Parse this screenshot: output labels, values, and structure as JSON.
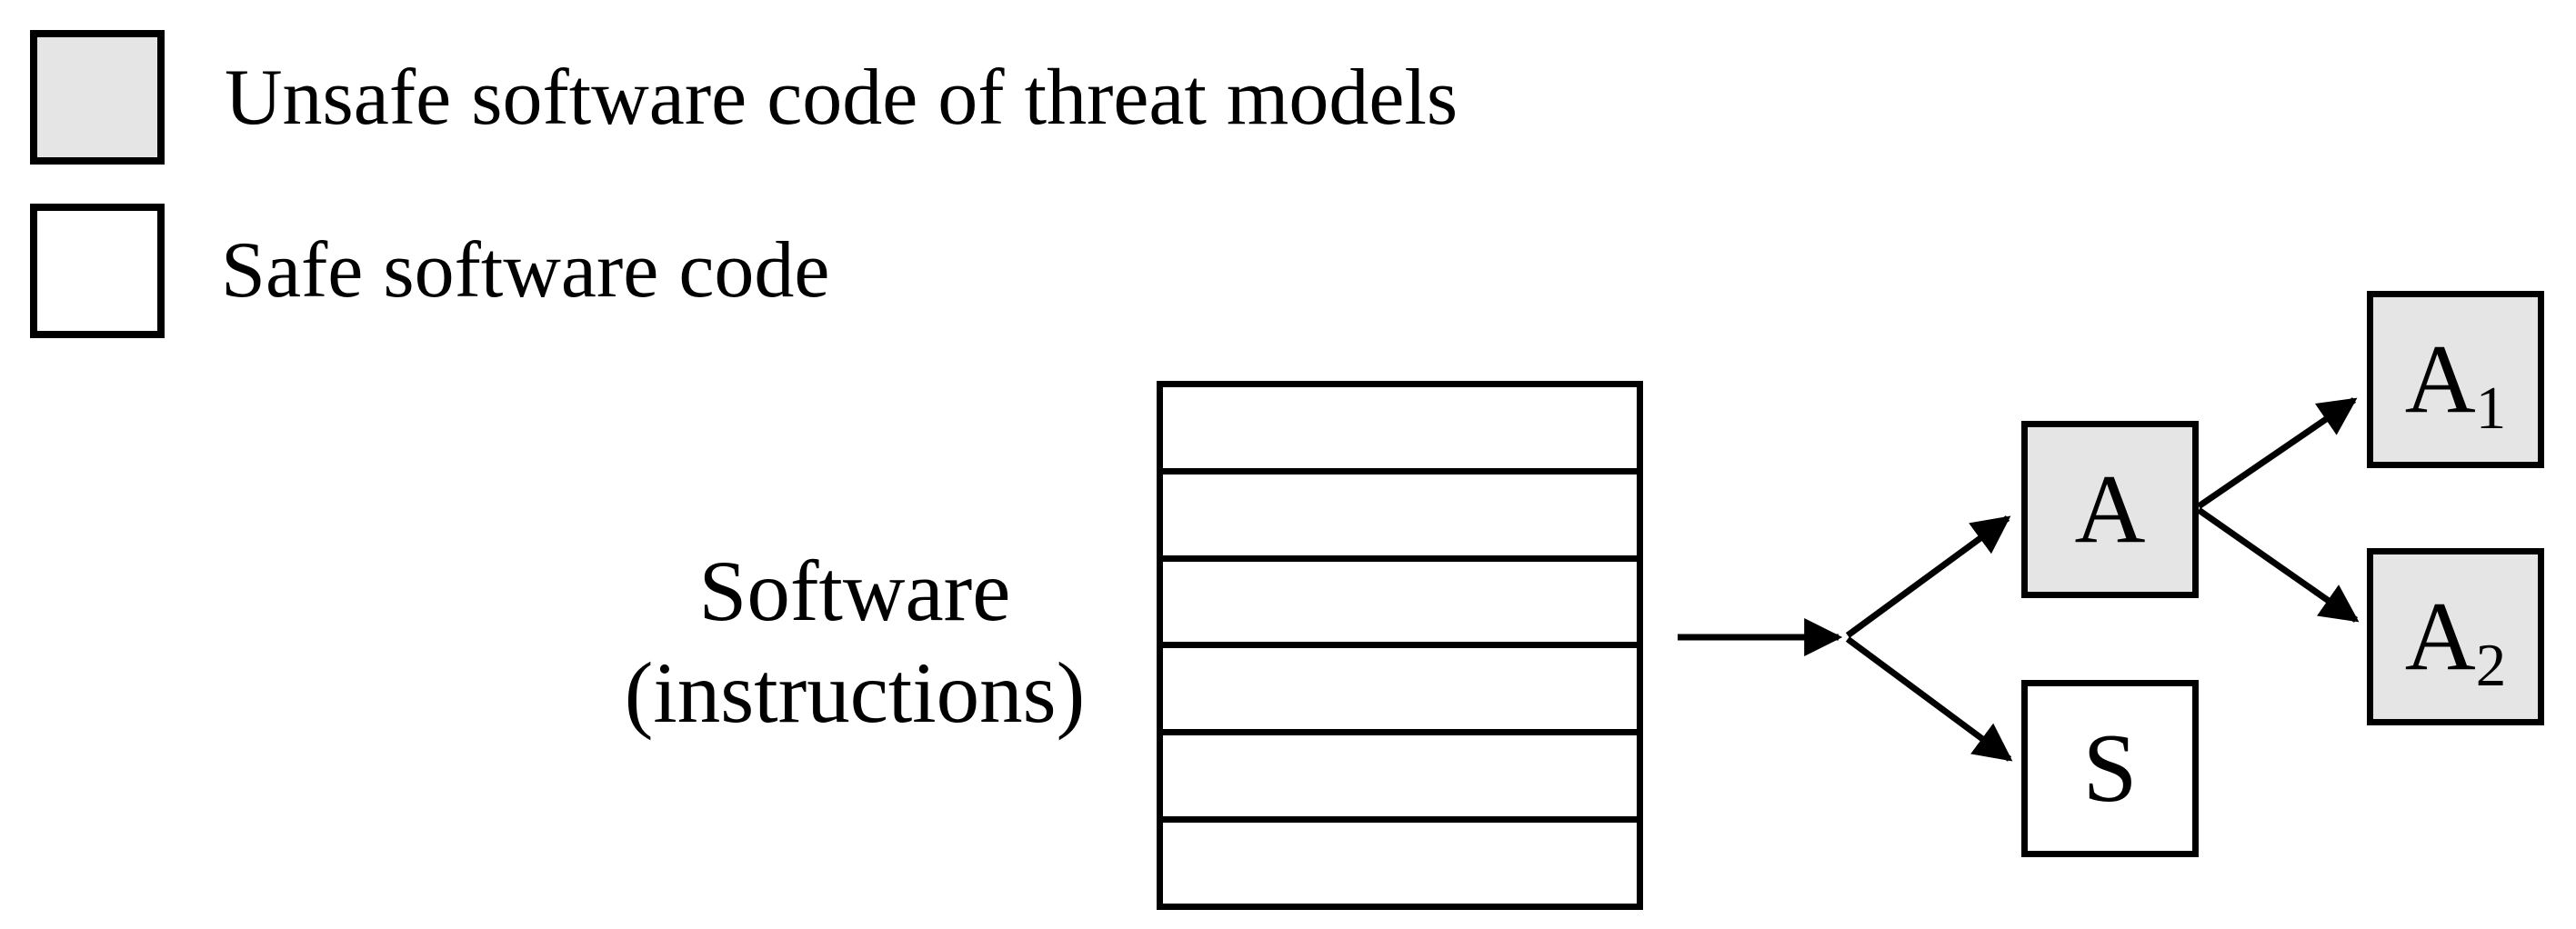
{
  "legend": {
    "unsafe": {
      "label": "Unsafe software code of threat models",
      "fill": "#e5e5e5"
    },
    "safe": {
      "label": "Safe software code",
      "fill": "#ffffff"
    }
  },
  "software_label": {
    "line1": "Software",
    "line2": "(instructions)"
  },
  "stack": {
    "rows": 6
  },
  "nodes": [
    {
      "id": "A",
      "label": "A",
      "sub": "",
      "fill": "#e5e5e5",
      "type": "unsafe"
    },
    {
      "id": "S",
      "label": "S",
      "sub": "",
      "fill": "#ffffff",
      "type": "safe"
    },
    {
      "id": "A1",
      "label": "A",
      "sub": "1",
      "fill": "#e5e5e5",
      "type": "unsafe"
    },
    {
      "id": "A2",
      "label": "A",
      "sub": "2",
      "fill": "#e5e5e5",
      "type": "unsafe"
    }
  ],
  "edges": [
    {
      "from": "stack",
      "to": "branch"
    },
    {
      "from": "branch",
      "to": "A"
    },
    {
      "from": "branch",
      "to": "S"
    },
    {
      "from": "A",
      "to": "A1"
    },
    {
      "from": "A",
      "to": "A2"
    }
  ],
  "colors": {
    "stroke": "#000000",
    "unsafe_fill": "#e5e5e5",
    "safe_fill": "#ffffff",
    "background": "#ffffff"
  }
}
